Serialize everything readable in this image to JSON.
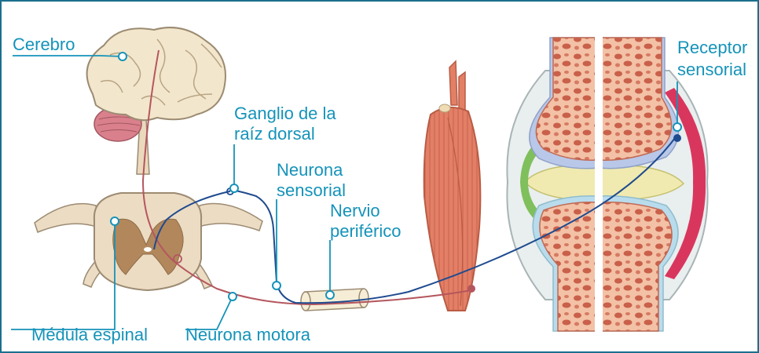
{
  "labels": {
    "brain": "Cerebro",
    "dorsal_ganglion_line1": "Ganglio de la",
    "dorsal_ganglion_line2": "raíz dorsal",
    "sensory_neuron_line1": "Neurona",
    "sensory_neuron_line2": "sensorial",
    "peripheral_nerve_line1": "Nervio",
    "peripheral_nerve_line2": "periférico",
    "receptor_line1": "Receptor",
    "receptor_line2": "sensorial",
    "spinal_cord": "Médula espinal",
    "motor_neuron": "Neurona motora"
  },
  "colors": {
    "label_text": "#1593b9",
    "frame": "#1b6f8e",
    "sensory_path": "#1f4b8f",
    "motor_path": "#b5565e",
    "leader": "#1593b9"
  }
}
